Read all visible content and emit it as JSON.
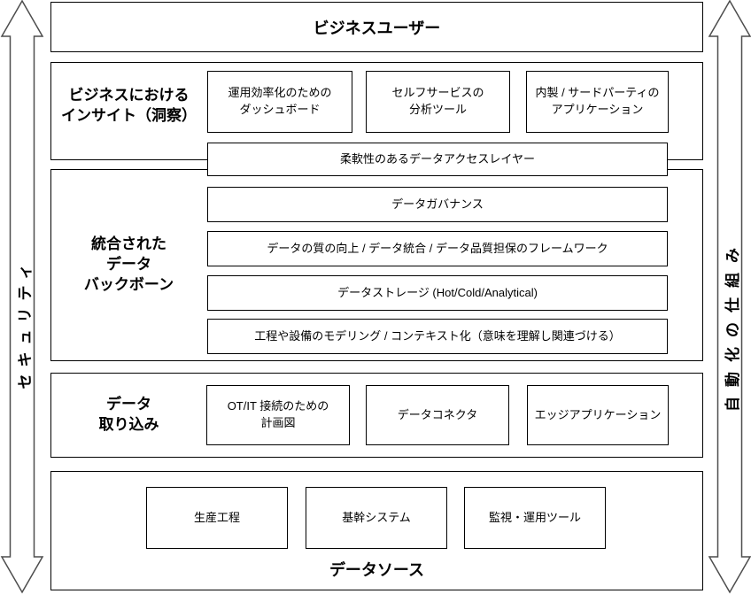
{
  "diagram": {
    "banner": "ビジネスユーザー",
    "left_rail": "セキュリティ",
    "right_rail": "自動化の仕組み",
    "insight": {
      "label": "ビジネスにおける\nインサイト（洞察）",
      "boxes": [
        "運用効率化のための\nダッシュボード",
        "セルフサービスの\n分析ツール",
        "内製 / サードパーティの\nアプリケーション"
      ]
    },
    "data_access": "柔軟性のあるデータアクセスレイヤー",
    "backbone": {
      "label": "統合された\nデータ\nバックボーン",
      "rows": [
        "データガバナンス",
        "データの質の向上 / データ統合 / データ品質担保のフレームワーク",
        "データストレージ (Hot/Cold/Analytical)",
        "工程や設備のモデリング / コンテキスト化（意味を理解し関連づける）"
      ]
    },
    "ingest": {
      "label": "データ\n取り込み",
      "boxes": [
        "OT/IT 接続のための\n計画図",
        "データコネクタ",
        "エッジアプリケーション"
      ]
    },
    "sources": {
      "label": "データソース",
      "boxes": [
        "生産工程",
        "基幹システム",
        "監視・運用ツール"
      ]
    },
    "colors": {
      "background": "#ffffff",
      "border": "#000000",
      "arrow": "#4d4d4d"
    }
  }
}
